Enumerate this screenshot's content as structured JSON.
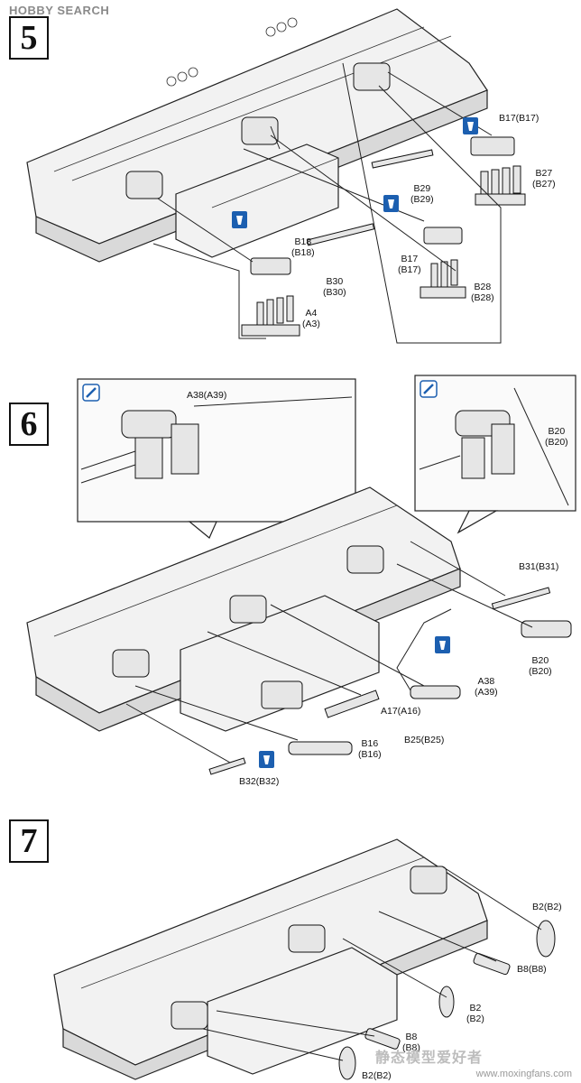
{
  "header": {
    "watermark": "HOBBY SEARCH"
  },
  "steps": [
    {
      "number": "5",
      "labels": {
        "b17_top": "B17(B17)",
        "b27": "B27\n(B27)",
        "b29": "B29\n(B29)",
        "b18": "B18\n(B18)",
        "b17_mid": "B17\n(B17)",
        "b30": "B30\n(B30)",
        "b28": "B28\n(B28)",
        "a4": "A4\n(A3)"
      },
      "icons": [
        "cement-bottle-icon",
        "cement-bottle-icon",
        "cement-bottle-icon"
      ]
    },
    {
      "number": "6",
      "labels": {
        "a38_callout": "A38(A39)",
        "b20_callout": "B20\n(B20)",
        "b31": "B31(B31)",
        "b20": "B20\n(B20)",
        "a38": "A38\n(A39)",
        "a17": "A17(A16)",
        "b16": "B16\n(B16)",
        "b25": "B25(B25)",
        "b32": "B32(B32)"
      },
      "icons": [
        "brush-icon",
        "brush-icon",
        "cement-bottle-icon",
        "cement-bottle-icon"
      ]
    },
    {
      "number": "7",
      "labels": {
        "b2_top": "B2(B2)",
        "b8_top": "B8(B8)",
        "b2_mid": "B2\n(B2)",
        "b8_bottom": "B8\n(B8)",
        "b2_bottom": "B2(B2)"
      }
    }
  ],
  "footer": {
    "watermark_cn": "静态模型爱好者",
    "watermark_url": "www.moxingfans.com"
  },
  "colors": {
    "icon_blue": "#1c5fb0",
    "ink": "#111111"
  }
}
